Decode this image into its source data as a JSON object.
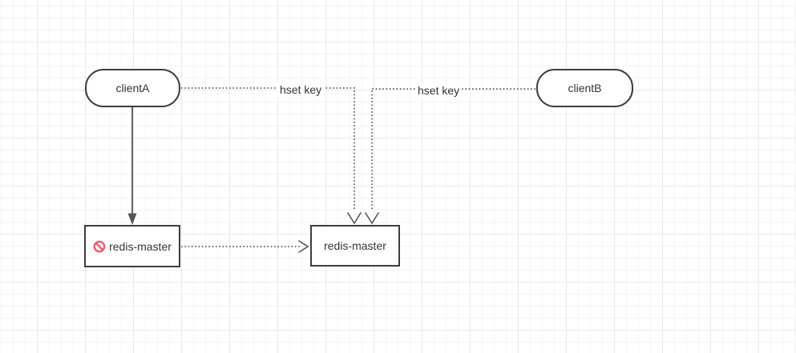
{
  "nodes": {
    "clientA": {
      "label": "clientA"
    },
    "clientB": {
      "label": "clientB"
    },
    "redisMasterFailed": {
      "label": "redis-master",
      "icon": "no-entry-icon"
    },
    "redisMasterNew": {
      "label": "redis-master"
    }
  },
  "edges": {
    "clientA_hset": {
      "label": "hset key",
      "style": "dotted",
      "from": "clientA",
      "to": "redisMasterNew"
    },
    "clientB_hset": {
      "label": "hset key",
      "style": "dotted",
      "from": "clientB",
      "to": "redisMasterNew"
    },
    "clientA_to_failed": {
      "style": "solid",
      "from": "clientA",
      "to": "redisMasterFailed"
    },
    "failed_to_new": {
      "style": "dotted",
      "from": "redisMasterFailed",
      "to": "redisMasterNew"
    }
  },
  "colors": {
    "canvas_bg": "#ffffff",
    "grid_minor": "#f4f4f4",
    "grid_major": "#e9e9e9",
    "node_border": "#3d3d3d",
    "edge_line": "#565656",
    "label_text": "#333333",
    "prohibit_icon": "#f15b6c"
  }
}
